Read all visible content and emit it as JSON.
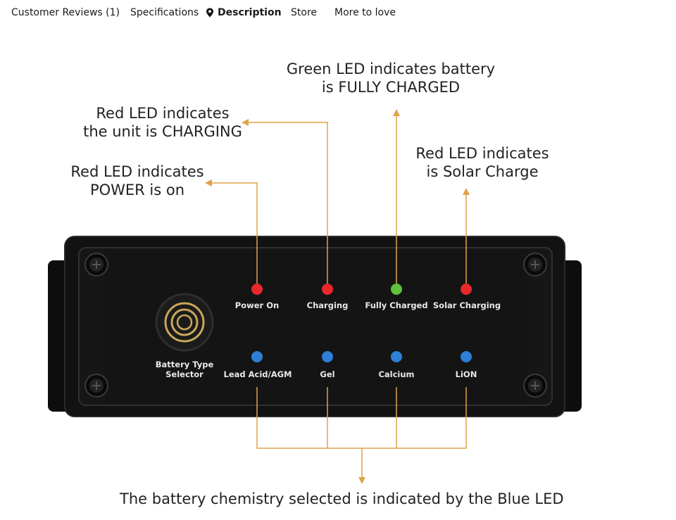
{
  "tabs": [
    {
      "label": "Customer Reviews (1)",
      "active": false
    },
    {
      "label": "Specifications",
      "active": false
    },
    {
      "label": "Description",
      "active": true,
      "icon": "location-pin-icon"
    },
    {
      "label": "Store",
      "active": false
    },
    {
      "label": "More to love",
      "active": false
    }
  ],
  "figure": {
    "callouts": {
      "fully_charged": "Green LED indicates battery\nis FULLY CHARGED",
      "charging": "Red LED indicates\nthe unit is CHARGING",
      "solar": "Red LED indicates\nis Solar Charge",
      "power": "Red LED indicates\nPOWER is on",
      "chemistry": "The battery chemistry selected is indicated by the Blue LED"
    },
    "device_labels": {
      "power_on": "Power On",
      "charging": "Charging",
      "fully_charged": "Fully Charged",
      "solar_charging": "Solar Charging",
      "selector": "Battery Type\nSelector",
      "lead_acid": "Lead Acid/AGM",
      "gel": "Gel",
      "calcium": "Calcium",
      "lion": "LiON"
    },
    "colors": {
      "led_red": "#e8282b",
      "led_green": "#5cc23a",
      "led_blue": "#2f7fd6",
      "leader_line": "#e0a24a",
      "device_body": "#111111"
    }
  }
}
